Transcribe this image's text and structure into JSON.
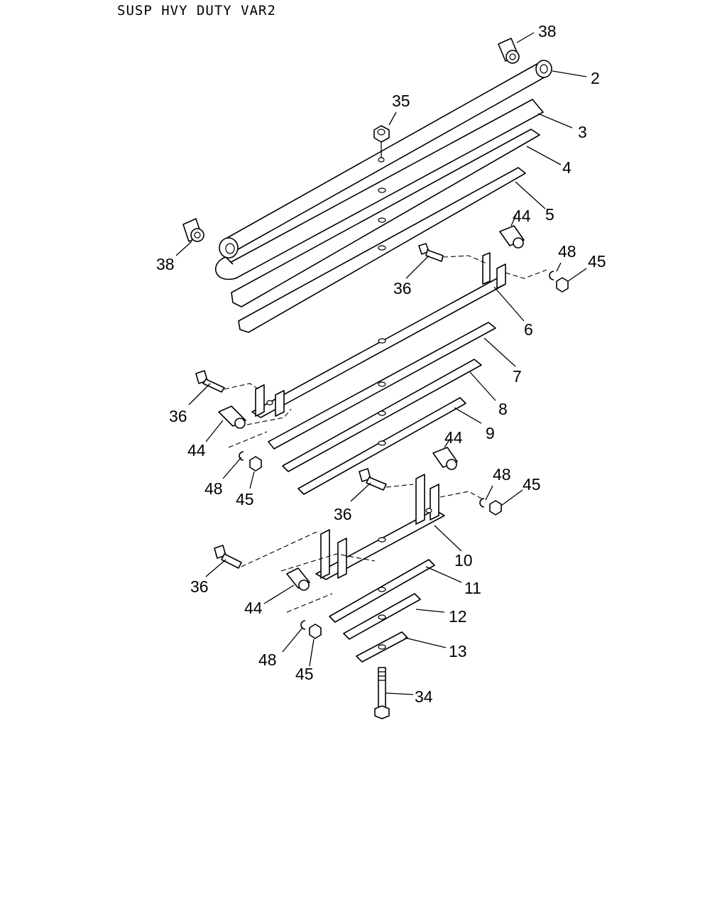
{
  "title": "SUSP HVY DUTY VAR2",
  "callouts": [
    {
      "id": "c38a",
      "text": "38"
    },
    {
      "id": "c2",
      "text": "2"
    },
    {
      "id": "c35",
      "text": "35"
    },
    {
      "id": "c3",
      "text": "3"
    },
    {
      "id": "c4",
      "text": "4"
    },
    {
      "id": "c5",
      "text": "5"
    },
    {
      "id": "c38b",
      "text": "38"
    },
    {
      "id": "c44a",
      "text": "44"
    },
    {
      "id": "c48a",
      "text": "48"
    },
    {
      "id": "c45a",
      "text": "45"
    },
    {
      "id": "c36a",
      "text": "36"
    },
    {
      "id": "c6",
      "text": "6"
    },
    {
      "id": "c7",
      "text": "7"
    },
    {
      "id": "c8",
      "text": "8"
    },
    {
      "id": "c9",
      "text": "9"
    },
    {
      "id": "c36b",
      "text": "36"
    },
    {
      "id": "c44b",
      "text": "44"
    },
    {
      "id": "c48b",
      "text": "48"
    },
    {
      "id": "c45b",
      "text": "45"
    },
    {
      "id": "c44c",
      "text": "44"
    },
    {
      "id": "c48c",
      "text": "48"
    },
    {
      "id": "c45c",
      "text": "45"
    },
    {
      "id": "c36c",
      "text": "36"
    },
    {
      "id": "c10",
      "text": "10"
    },
    {
      "id": "c36d",
      "text": "36"
    },
    {
      "id": "c11",
      "text": "11"
    },
    {
      "id": "c44d",
      "text": "44"
    },
    {
      "id": "c12",
      "text": "12"
    },
    {
      "id": "c13",
      "text": "13"
    },
    {
      "id": "c48d",
      "text": "48"
    },
    {
      "id": "c45d",
      "text": "45"
    },
    {
      "id": "c34",
      "text": "34"
    }
  ]
}
